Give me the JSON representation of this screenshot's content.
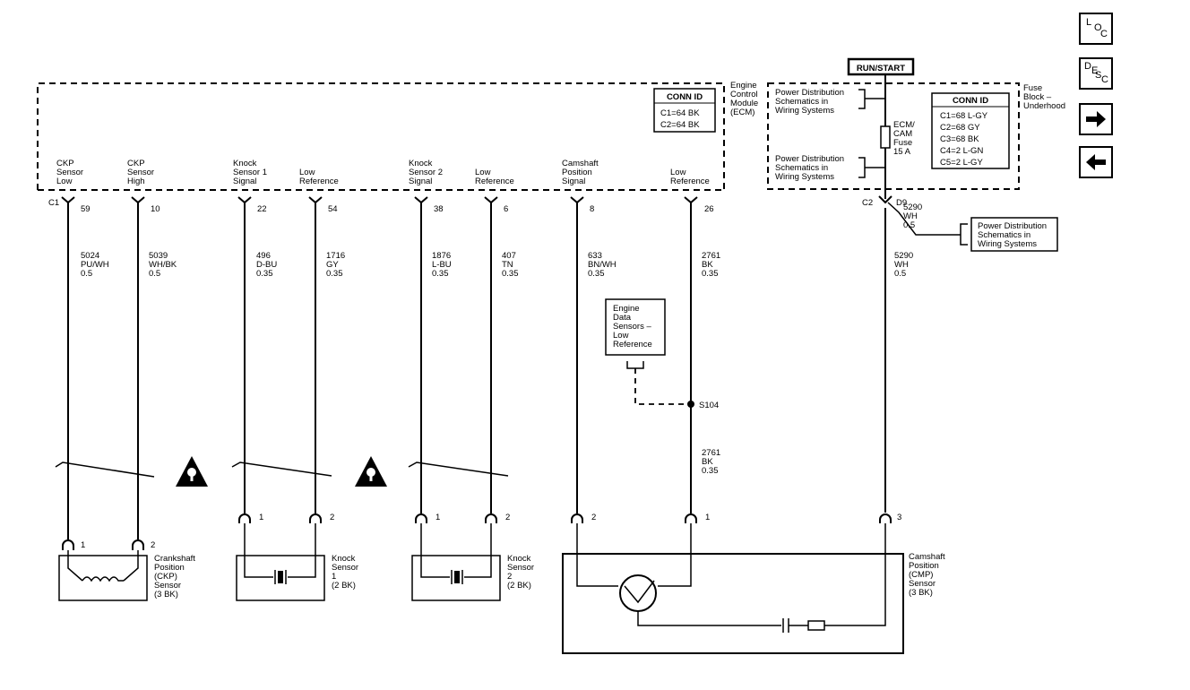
{
  "nav": {
    "loc": {
      "letters": [
        "L",
        "O",
        "C"
      ]
    },
    "desc": {
      "letters": [
        "D",
        "E",
        "S",
        "C"
      ]
    },
    "next_icon": "arrow-right-icon",
    "prev_icon": "arrow-left-icon"
  },
  "ecm": {
    "label": [
      "Engine",
      "Control",
      "Module",
      "(ECM)"
    ],
    "conn_title": "CONN ID",
    "conn_ids": [
      "C1=64 BK",
      "C2=64 BK"
    ],
    "connector": "C1",
    "pins": [
      {
        "label": [
          "CKP",
          "Sensor",
          "Low"
        ],
        "pin": "59",
        "wire": [
          "5024",
          "PU/WH",
          "0.5"
        ]
      },
      {
        "label": [
          "CKP",
          "Sensor",
          "High"
        ],
        "pin": "10",
        "wire": [
          "5039",
          "WH/BK",
          "0.5"
        ]
      },
      {
        "label": [
          "Knock",
          "Sensor 1",
          "Signal"
        ],
        "pin": "22",
        "wire": [
          "496",
          "D-BU",
          "0.35"
        ]
      },
      {
        "label": [
          "Low",
          "Reference"
        ],
        "pin": "54",
        "wire": [
          "1716",
          "GY",
          "0.35"
        ]
      },
      {
        "label": [
          "Knock",
          "Sensor 2",
          "Signal"
        ],
        "pin": "38",
        "wire": [
          "1876",
          "L-BU",
          "0.35"
        ]
      },
      {
        "label": [
          "Low",
          "Reference"
        ],
        "pin": "6",
        "wire": [
          "407",
          "TN",
          "0.35"
        ]
      },
      {
        "label": [
          "Camshaft",
          "Position",
          "Signal"
        ],
        "pin": "8",
        "wire": [
          "633",
          "BN/WH",
          "0.35"
        ]
      },
      {
        "label": [
          "Low",
          "Reference"
        ],
        "pin": "26",
        "wire": [
          "2761",
          "BK",
          "0.35"
        ]
      }
    ]
  },
  "fuse_block": {
    "run_start": "RUN/START",
    "label": [
      "Fuse",
      "Block –",
      "Underhood"
    ],
    "conn_title": "CONN ID",
    "conn_ids": [
      "C1=68 L-GY",
      "C2=68 GY",
      "C3=68 BK",
      "C4=2 L-GN",
      "C5=2 L-GY"
    ],
    "ref_top": [
      "Power Distribution",
      "Schematics in",
      "Wiring Systems"
    ],
    "ref_bottom": [
      "Power Distribution",
      "Schematics in",
      "Wiring Systems"
    ],
    "fuse_label": [
      "ECM/",
      "CAM",
      "Fuse",
      "15 A"
    ],
    "conn_c2": "C2",
    "pin_d9": "D9",
    "branch_wire": [
      "5290",
      "WH",
      "0.5"
    ],
    "branch_ref": [
      "Power Distribution",
      "Schematics in",
      "Wiring Systems"
    ],
    "main_wire": [
      "5290",
      "WH",
      "0.5"
    ]
  },
  "engine_data_sensors": [
    "Engine",
    "Data",
    "Sensors –",
    "Low",
    "Reference"
  ],
  "splice": {
    "label": "S104",
    "wire": [
      "2761",
      "BK",
      "0.35"
    ]
  },
  "sensor_pins": {
    "ckp": [
      "1",
      "2"
    ],
    "ks1": [
      "1",
      "2"
    ],
    "ks2": [
      "1",
      "2"
    ],
    "cmp": [
      "2",
      "1",
      "3"
    ]
  },
  "components": {
    "ckp": [
      "Crankshaft",
      "Position",
      "(CKP)",
      "Sensor",
      "(3 BK)"
    ],
    "ks1": [
      "Knock",
      "Sensor",
      "1",
      "(2 BK)"
    ],
    "ks2": [
      "Knock",
      "Sensor",
      "2",
      "(2 BK)"
    ],
    "cmp": [
      "Camshaft",
      "Position",
      "(CMP)",
      "Sensor",
      "(3 BK)"
    ]
  },
  "icons": [
    "warning-icon",
    "warning-icon"
  ]
}
